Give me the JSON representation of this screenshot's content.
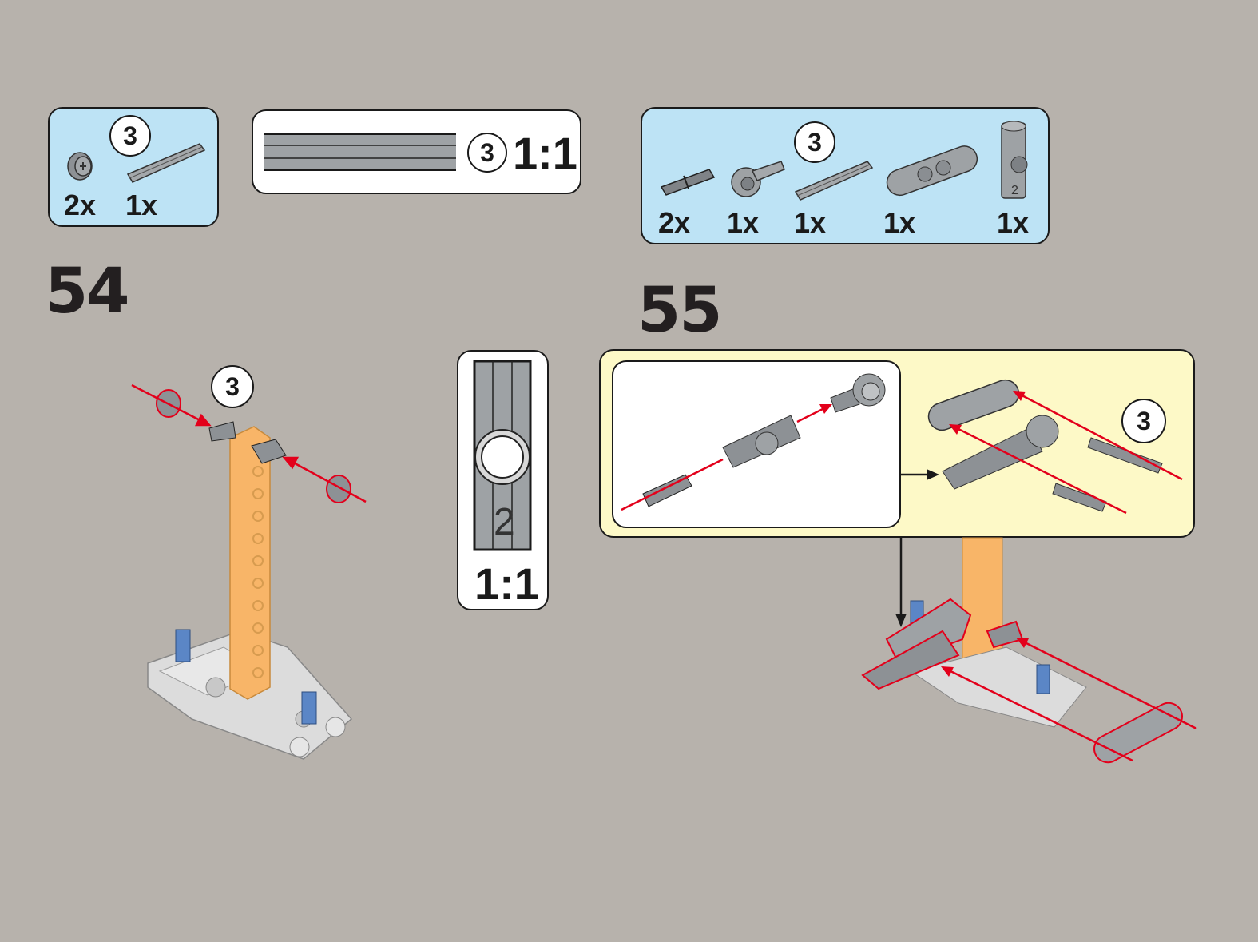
{
  "step54": {
    "number": "54",
    "parts": [
      {
        "icon": "bush-icon",
        "qty": "2x"
      },
      {
        "icon": "axle-3-icon",
        "qty": "1x",
        "length": "3"
      }
    ],
    "callout_length": "3"
  },
  "axle_scale": {
    "length": "3",
    "ratio": "1:1"
  },
  "pin_scale": {
    "length": "2",
    "ratio": "1:1"
  },
  "step55": {
    "number": "55",
    "parts": [
      {
        "icon": "axle-pin-icon",
        "qty": "2x"
      },
      {
        "icon": "axle-pin-connector-icon",
        "qty": "1x"
      },
      {
        "icon": "axle-3-icon",
        "qty": "1x",
        "length": "3"
      },
      {
        "icon": "beam-3-icon",
        "qty": "1x"
      },
      {
        "icon": "cross-block-icon",
        "qty": "1x"
      }
    ],
    "callout_length": "3"
  },
  "colors": {
    "background": "#b7b2ac",
    "parts_panel": "#bde3f5",
    "subassembly_panel": "#fdf9c7",
    "arrow": "#e3001b",
    "beam_orange": "#f8b568",
    "part_gray": "#9ea2a5"
  }
}
